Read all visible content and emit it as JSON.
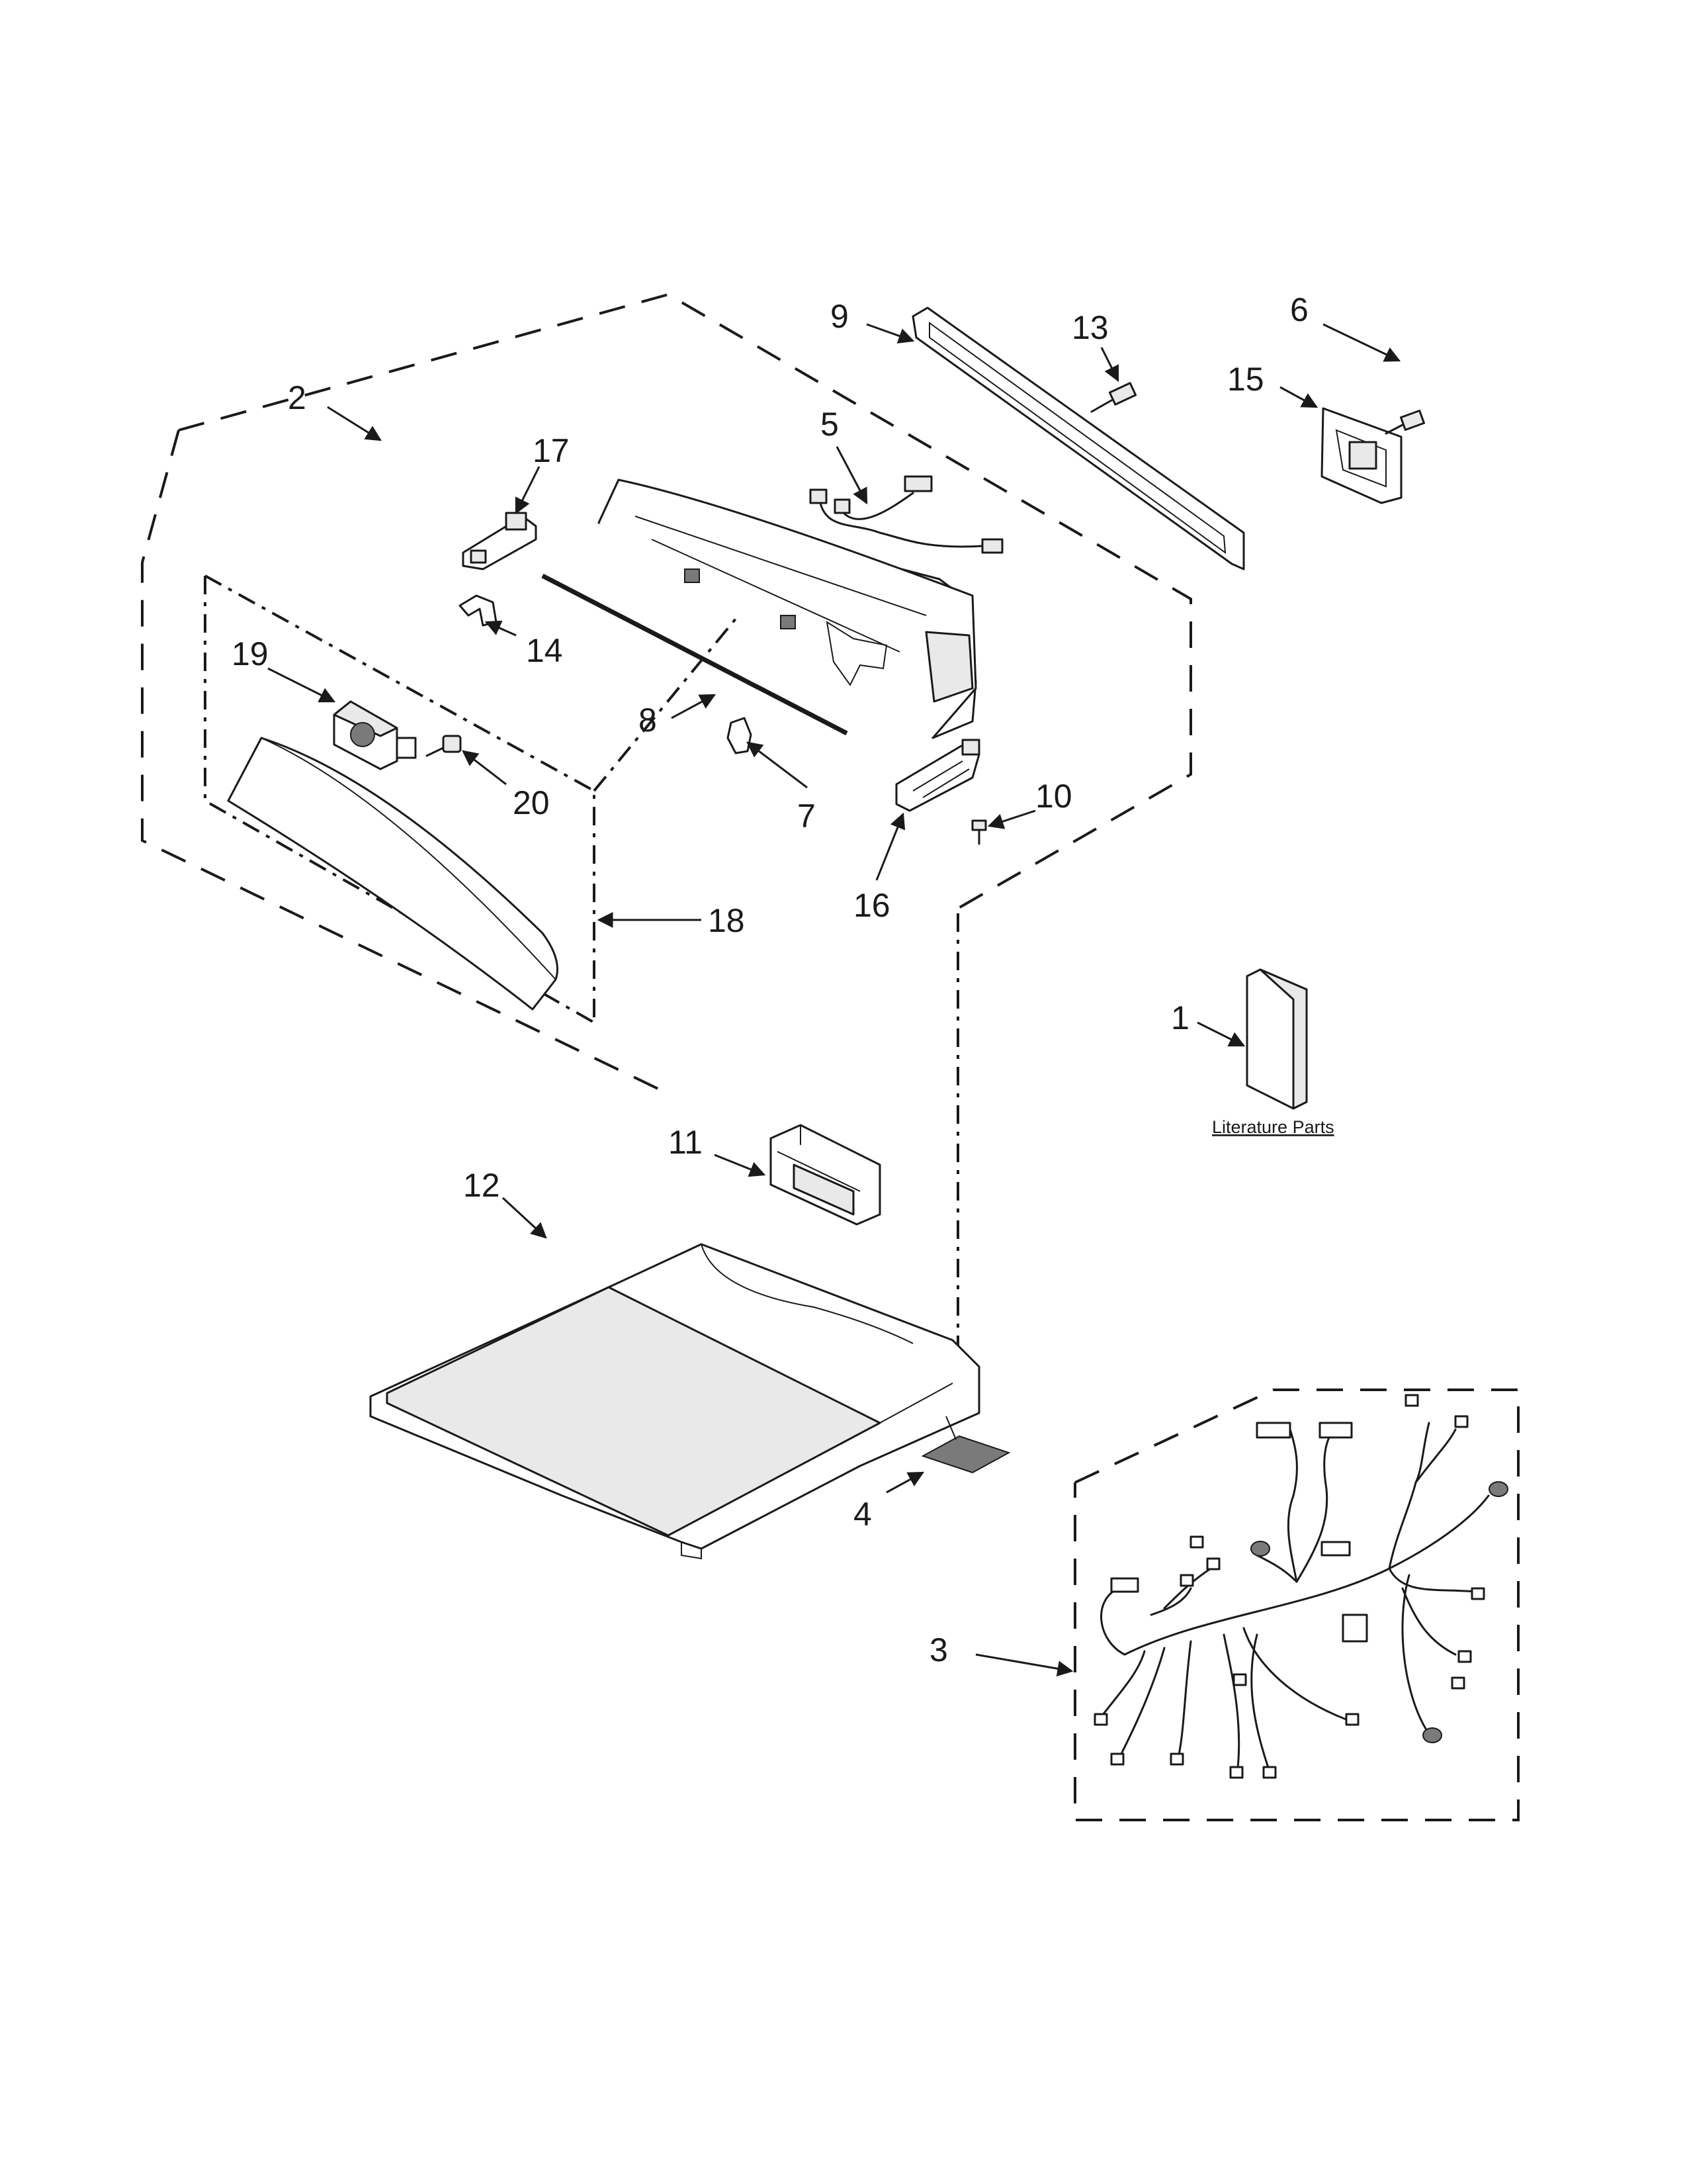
{
  "callouts": {
    "c1": "1",
    "c2": "2",
    "c3": "3",
    "c4": "4",
    "c5": "5",
    "c6": "6",
    "c7": "7",
    "c8": "8",
    "c9": "9",
    "c10": "10",
    "c11": "11",
    "c12": "12",
    "c13": "13",
    "c14": "14",
    "c15": "15",
    "c16": "16",
    "c17": "17",
    "c18": "18",
    "c19": "19",
    "c20": "20"
  },
  "literature_label": "Literature Parts"
}
